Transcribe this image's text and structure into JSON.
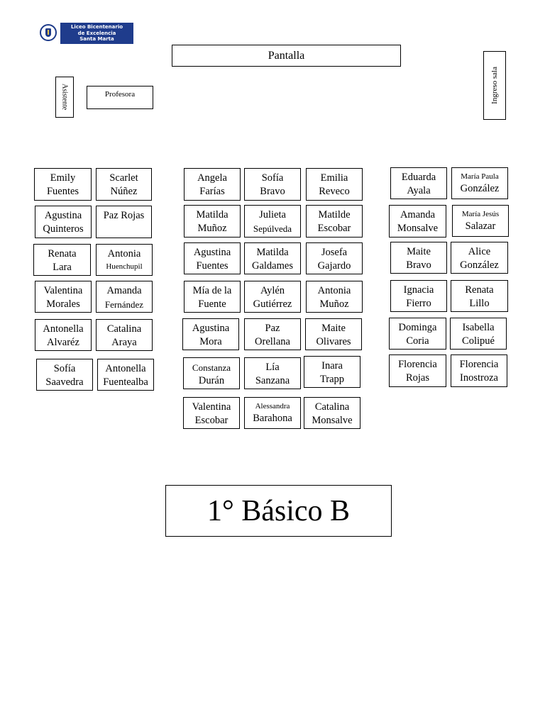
{
  "logo": {
    "line1": "Liceo Bicentenario",
    "line2": "de Excelencia",
    "line3": "Santa Marta"
  },
  "screen_label": "Pantalla",
  "assistant_label": "Asistente",
  "teacher_label": "Profesora",
  "entrance_label": "Ingreso sala",
  "class_title": "1° Básico B",
  "seating": {
    "left": [
      [
        {
          "line1": "Emily",
          "line2": "Fuentes"
        },
        {
          "line1": "Scarlet",
          "line2": "Núñez"
        }
      ],
      [
        {
          "line1": "Agustina",
          "line2": "Quinteros"
        },
        {
          "line1": "Paz Rojas",
          "line2": ""
        }
      ],
      [
        {
          "line1": "Renata",
          "line2": "Lara"
        },
        {
          "line1": "Antonia",
          "line2": "Huenchupil"
        }
      ],
      [
        {
          "line1": "Valentina",
          "line2": "Morales"
        },
        {
          "line1": "Amanda",
          "line2": "Fernández"
        }
      ],
      [
        {
          "line1": "Antonella",
          "line2": "Alvaréz"
        },
        {
          "line1": "Catalina",
          "line2": "Araya"
        }
      ],
      [
        {
          "line1": "Sofía",
          "line2": "Saavedra"
        },
        {
          "line1": "Antonella",
          "line2": "Fuentealba"
        }
      ]
    ],
    "middle": [
      [
        {
          "line1": "Angela",
          "line2": "Farías"
        },
        {
          "line1": "Sofía",
          "line2": "Bravo"
        },
        {
          "line1": "Emilia",
          "line2": "Reveco"
        }
      ],
      [
        {
          "line1": "Matilda",
          "line2": "Muñoz"
        },
        {
          "line1": "Julieta",
          "line2": "Sepúlveda"
        },
        {
          "line1": "Matilde",
          "line2": "Escobar"
        }
      ],
      [
        {
          "line1": "Agustina",
          "line2": "Fuentes"
        },
        {
          "line1": "Matilda",
          "line2": "Galdames"
        },
        {
          "line1": "Josefa",
          "line2": "Gajardo"
        }
      ],
      [
        {
          "line1": "Mía de la",
          "line2": "Fuente"
        },
        {
          "line1": "Aylén",
          "line2": "Gutiérrez"
        },
        {
          "line1": "Antonia",
          "line2": "Muñoz"
        }
      ],
      [
        {
          "line1": "Agustina",
          "line2": "Mora"
        },
        {
          "line1": "Paz",
          "line2": "Orellana"
        },
        {
          "line1": "Maite",
          "line2": "Olivares"
        }
      ],
      [
        {
          "line1": "Constanza",
          "line2": "Durán"
        },
        {
          "line1": "Lía",
          "line2": "Sanzana"
        },
        {
          "line1": "Inara",
          "line2": "Trapp"
        }
      ],
      [
        {
          "line1": "Valentina",
          "line2": "Escobar"
        },
        {
          "line1": "Alessandra",
          "line2": "Barahona"
        },
        {
          "line1": "Catalina",
          "line2": "Monsalve"
        }
      ]
    ],
    "right": [
      [
        {
          "line1": "Eduarda",
          "line2": "Ayala"
        },
        {
          "line1": "María Paula",
          "line2": "González"
        }
      ],
      [
        {
          "line1": "Amanda",
          "line2": "Monsalve"
        },
        {
          "line1": "María Jesús",
          "line2": "Salazar"
        }
      ],
      [
        {
          "line1": "Maite",
          "line2": "Bravo"
        },
        {
          "line1": "Alice",
          "line2": "González"
        }
      ],
      [
        {
          "line1": "Ignacia",
          "line2": "Fierro"
        },
        {
          "line1": "Renata",
          "line2": "Lillo"
        }
      ],
      [
        {
          "line1": "Dominga",
          "line2": "Coria"
        },
        {
          "line1": "Isabella",
          "line2": "Colipué"
        }
      ],
      [
        {
          "line1": "Florencia",
          "line2": "Rojas"
        },
        {
          "line1": "Florencia",
          "line2": "Inostroza"
        }
      ]
    ]
  }
}
